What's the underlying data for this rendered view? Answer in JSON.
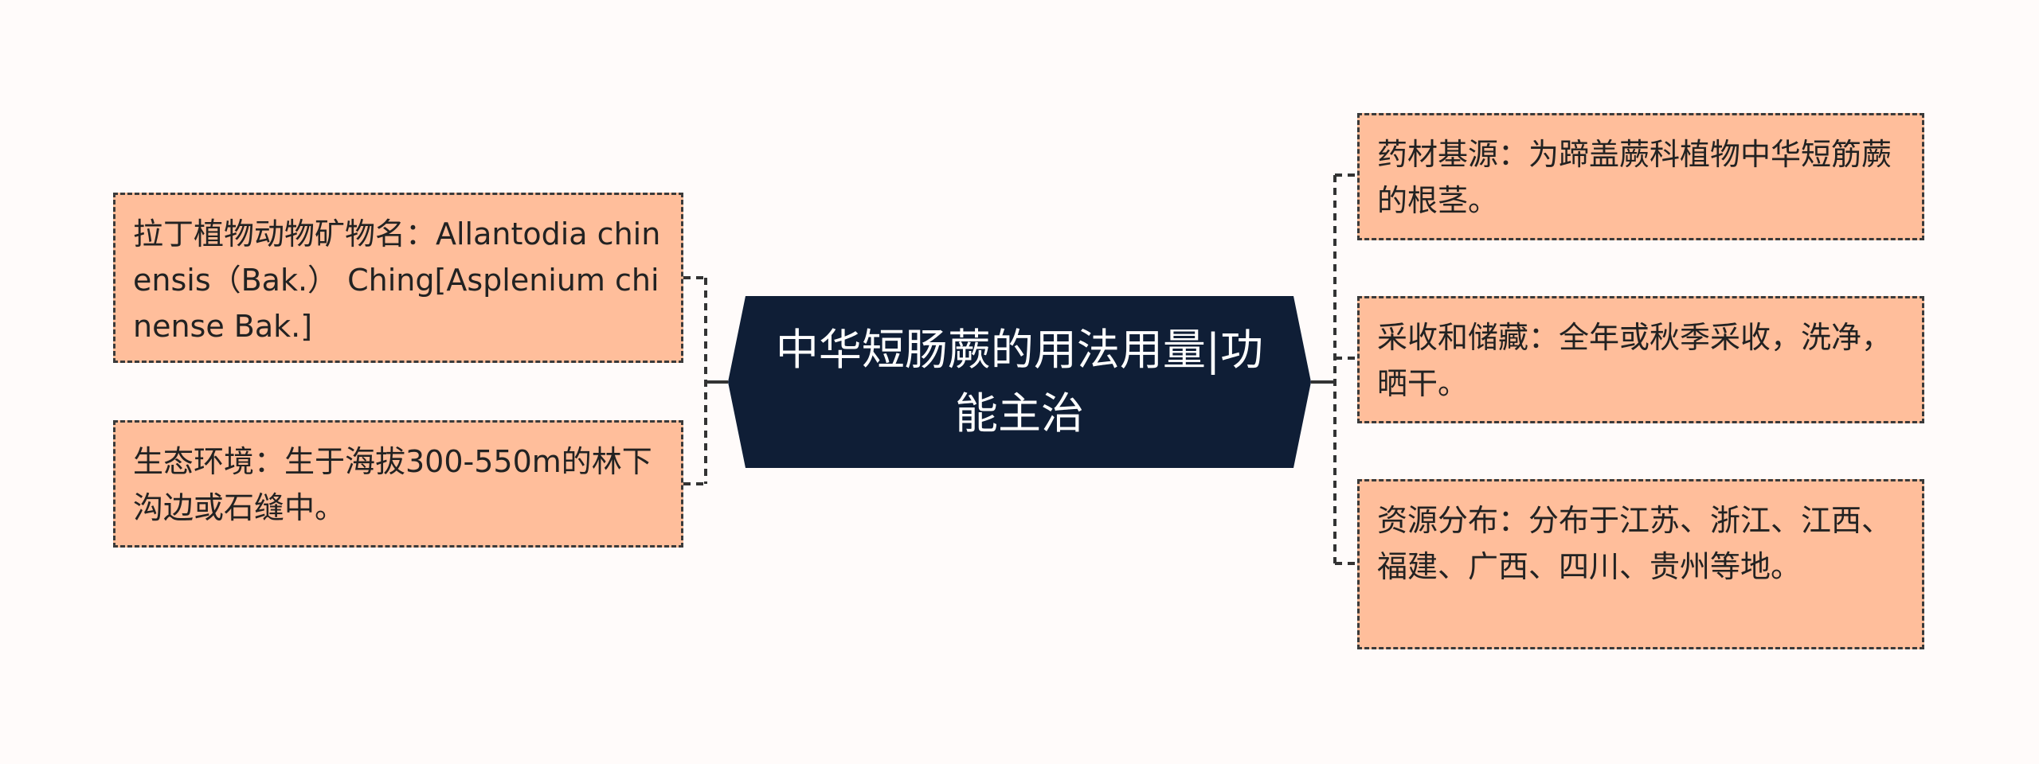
{
  "center": {
    "title": "中华短肠蕨的用法用量|功能主治",
    "fill": "#0f1e36"
  },
  "colors": {
    "node_fill": "#ffbe9b",
    "border": "#3a3a3a",
    "background": "#fffbfa"
  },
  "left_nodes": [
    {
      "text": "拉丁植物动物矿物名：Allantodia chinensis（Bak.） Ching[Asplenium chinense Bak.]"
    },
    {
      "text": "生态环境：生于海拔300-550m的林下沟边或石缝中。"
    }
  ],
  "right_nodes": [
    {
      "text": "药材基源：为蹄盖蕨科植物中华短筋蕨的根茎。"
    },
    {
      "text": "采收和储藏：全年或秋季采收，洗净，晒干。"
    },
    {
      "text": "资源分布：分布于江苏、浙江、江西、福建、广西、四川、贵州等地。"
    }
  ]
}
